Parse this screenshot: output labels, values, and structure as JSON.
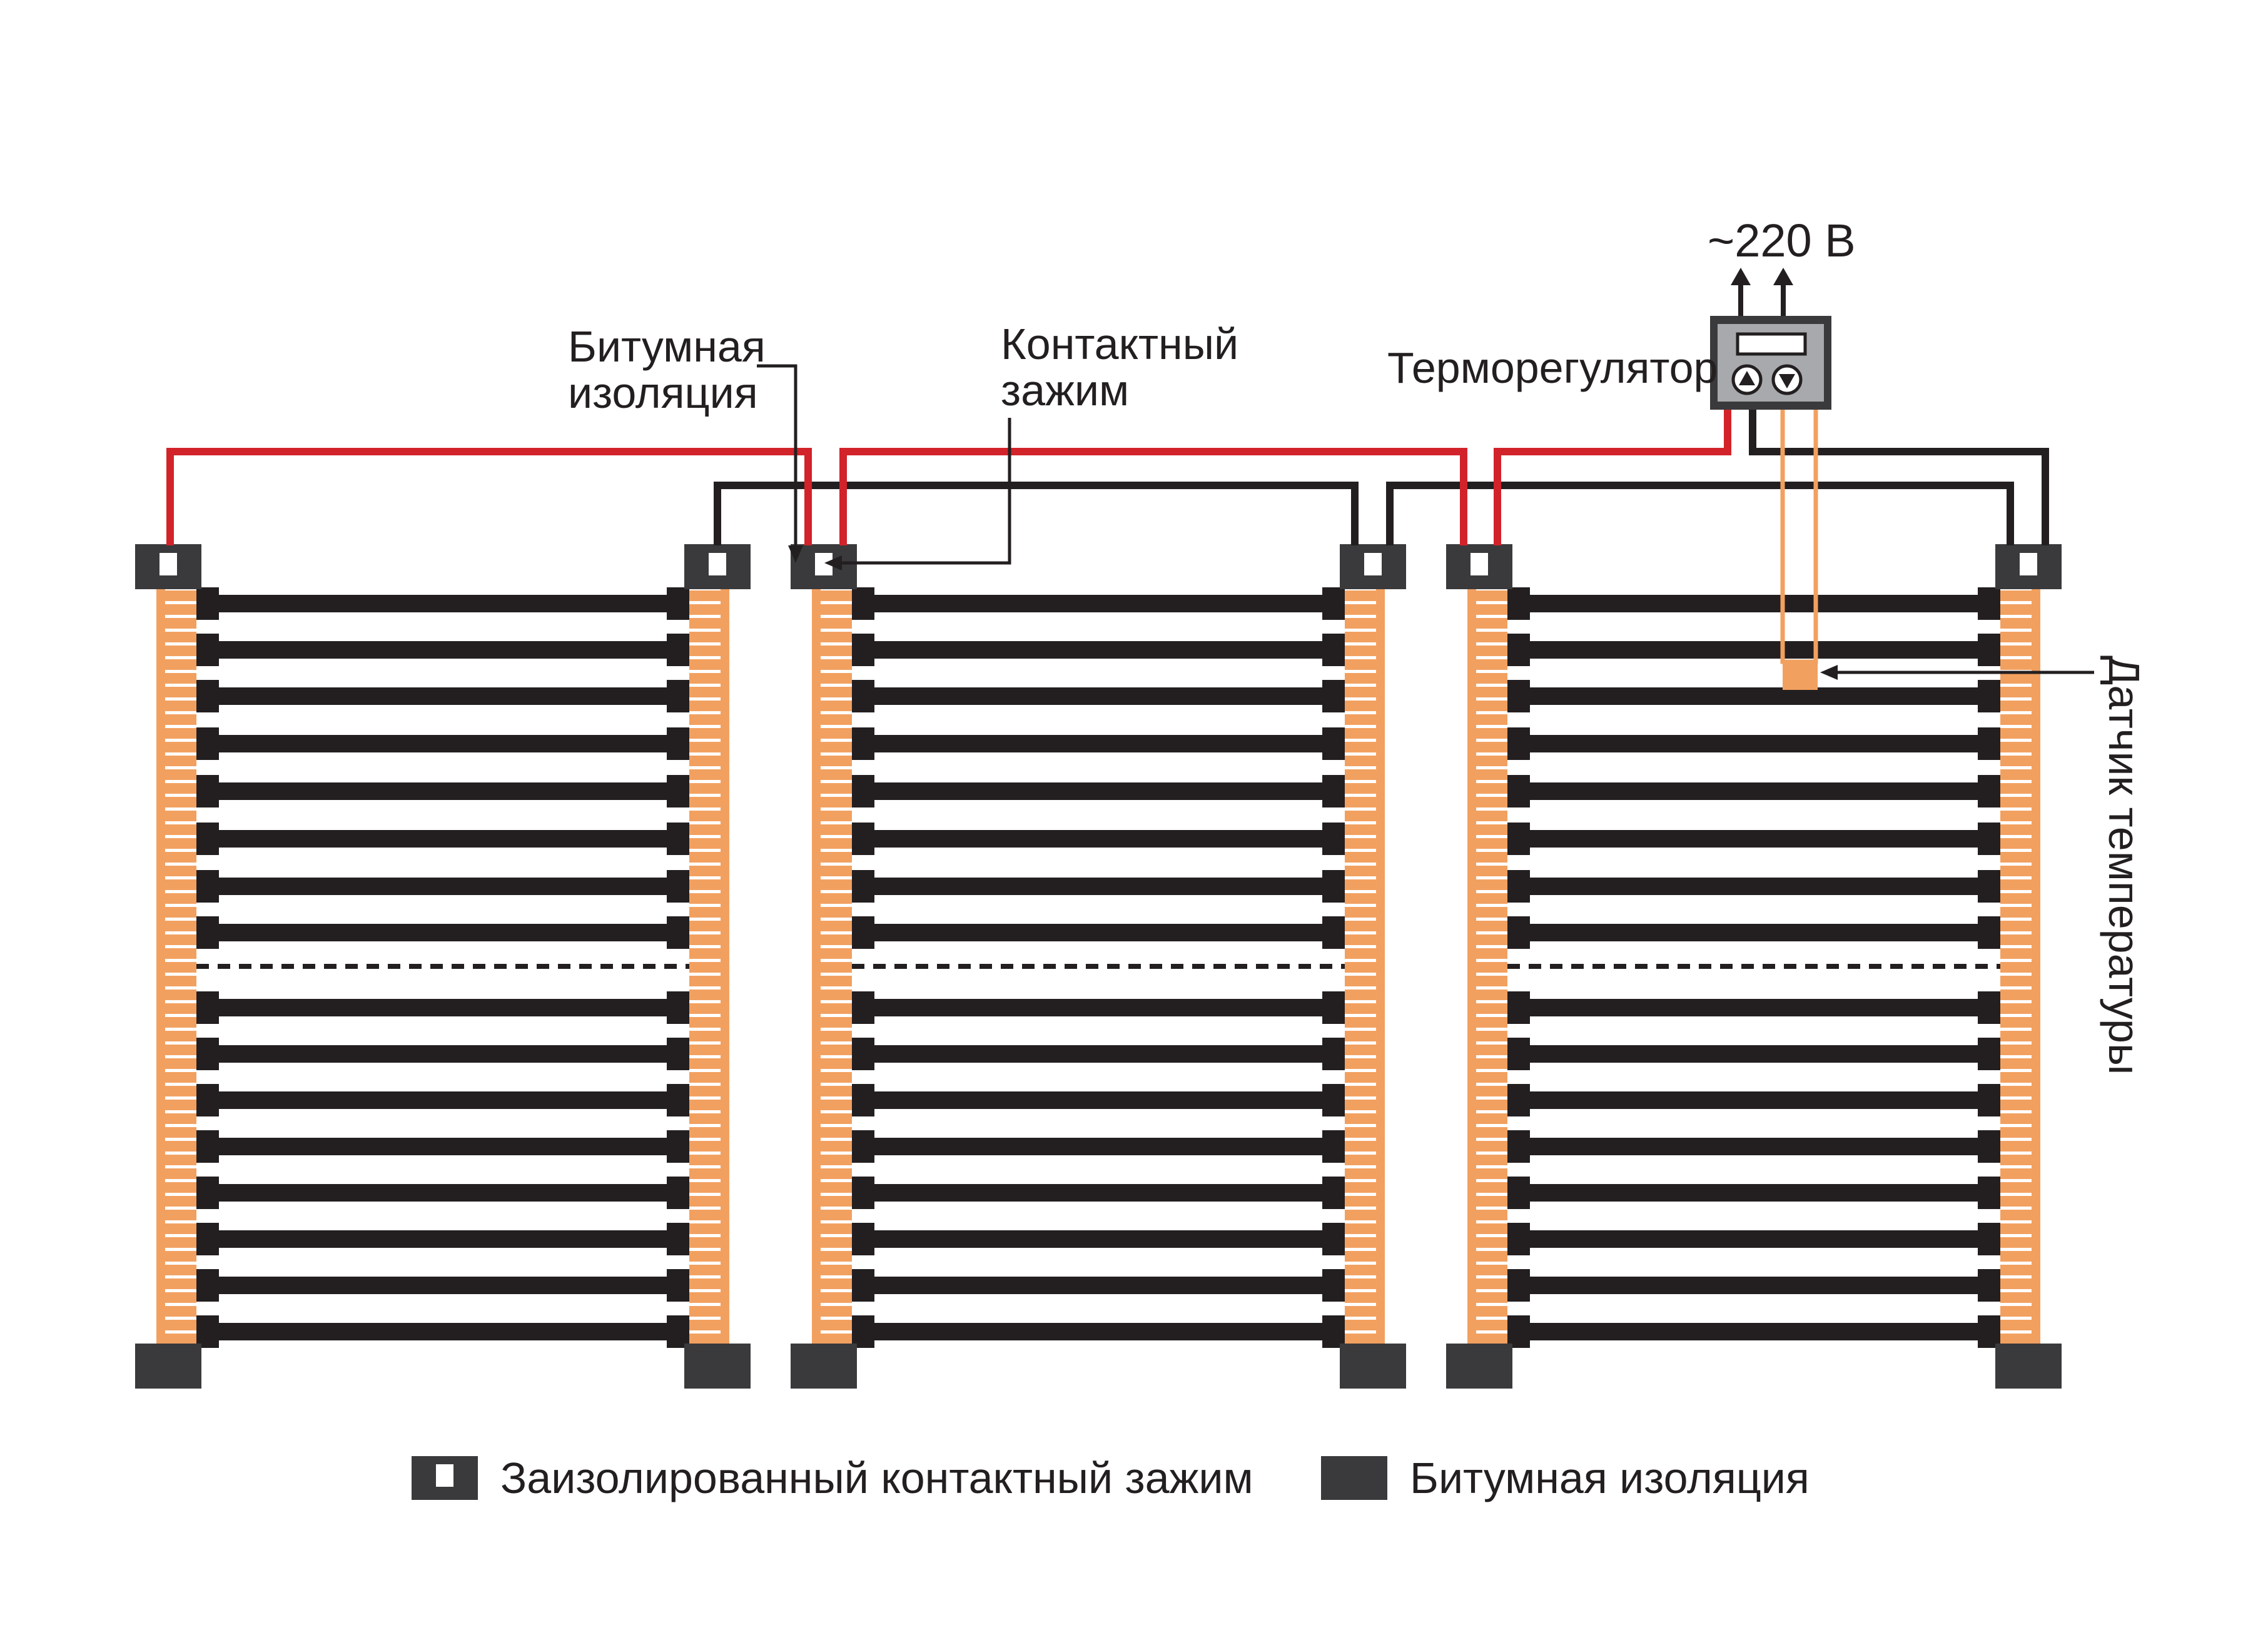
{
  "labels": {
    "voltage": "~220 В",
    "thermostat": "Терморегулятор",
    "bitumen_line1": "Битумная",
    "bitumen_line2": "изоляция",
    "clamp_line1": "Контактный",
    "clamp_line2": "зажим",
    "sensor": "Датчик температуры"
  },
  "legend": {
    "insulated_clamp": "Заизолированный контактный зажим",
    "bitumen_insulation": "Битумная изоляция"
  },
  "colors": {
    "copper_strip": "#f2a060",
    "carbon_strip": "#231f20",
    "phase_wire": "#d2232a",
    "neutral_wire": "#231f20",
    "sensor_wire": "#f2a060",
    "insulation_block": "#3a3a3c",
    "thermostat_body": "#3a3a3c",
    "thermostat_face": "#a7a9ac"
  },
  "icons": {
    "thermostat_up": "arrow-up-icon",
    "thermostat_down": "arrow-down-icon",
    "clamp": "clamp-icon"
  }
}
